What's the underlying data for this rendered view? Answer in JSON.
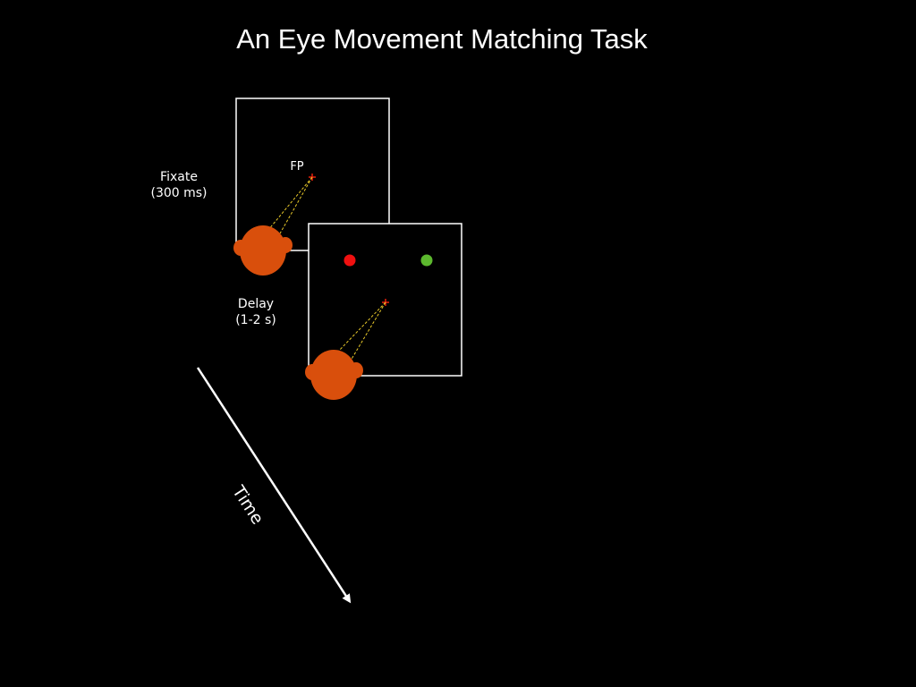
{
  "title": "An Eye Movement Matching Task",
  "panels": [
    {
      "name": "fixate",
      "label_line1": "Fixate",
      "label_line2": "(300 ms)",
      "fixation_point_label": "FP"
    },
    {
      "name": "delay",
      "label_line1": "Delay",
      "label_line2": "(1-2 s)"
    }
  ],
  "time_label": "Time",
  "colors": {
    "background": "#000000",
    "frame": "#ffffff",
    "head": "#d94f0c",
    "gaze_line": "#e8c92a",
    "fixation_cross": "#e8200c",
    "target_red": "#f01010",
    "target_green": "#5cb82e",
    "text": "#ffffff"
  },
  "icons": [
    "head-icon",
    "fixation-cross-icon",
    "target-dot-icon",
    "time-arrow-icon"
  ]
}
